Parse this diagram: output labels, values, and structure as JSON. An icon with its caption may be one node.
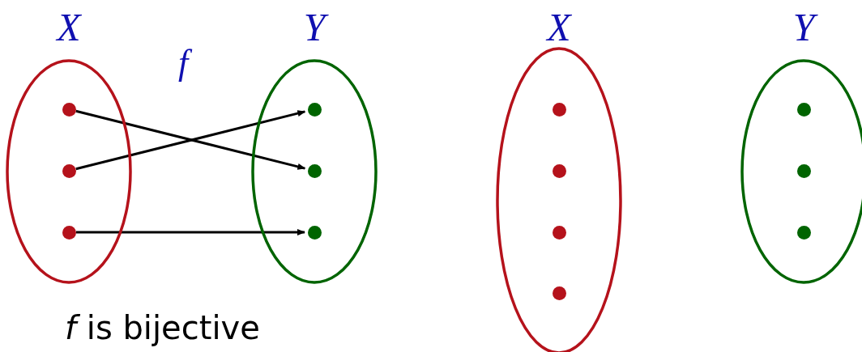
{
  "diagram": {
    "caption": "*f* is bijective",
    "nodes": [
      {
        "text": [
          "X"
        ]
      },
      {
        "text": [],
        "shape": "circle",
        "in": 0
      },
      {
        "text": [],
        "shape": "circle",
        "in": 0
      },
      {
        "text": [],
        "shape": "circle",
        "in": 0
      },
      {
        "text": [
          "Y"
        ]
      },
      {
        "text": [],
        "shape": "circle",
        "in": 4
      },
      {
        "text": [],
        "shape": "circle",
        "in": 4
      },
      {
        "text": [],
        "shape": "circle",
        "in": 4
      },
      {
        "text": [
          "X"
        ]
      },
      {
        "text": [],
        "shape": "circle",
        "in": 8
      },
      {
        "text": [],
        "shape": "circle",
        "in": 8
      },
      {
        "text": [],
        "shape": "circle",
        "in": 8
      },
      {
        "text": [],
        "shape": "circle",
        "in": 8
      },
      {
        "text": [
          "Y"
        ]
      },
      {
        "text": [],
        "shape": "circle",
        "in": 13
      },
      {
        "text": [],
        "shape": "circle",
        "in": 13
      },
      {
        "text": [],
        "shape": "circle",
        "in": 13
      }
    ],
    "edges": [
      {
        "from": 1,
        "to": 6,
        "arrow": "to"
      },
      {
        "from": 2,
        "to": 5,
        "arrow": "to"
      },
      {
        "from": 3,
        "to": 7,
        "arrow": "to"
      }
    ],
    "labels": [
      "f"
    ]
  }
}
